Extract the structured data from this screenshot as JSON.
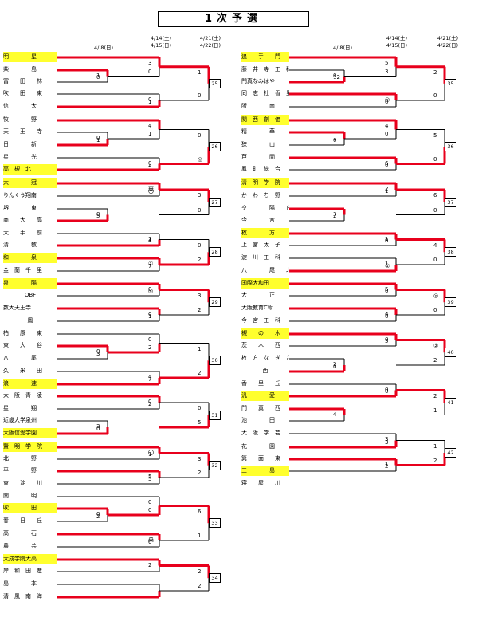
{
  "title": "1次予選",
  "headers": {
    "round1": "4/ 8(日)",
    "round2_line1": "4/14(土)",
    "round2_line2": "4/15(日)",
    "round3_line1": "4/21(土)",
    "round3_line2": "4/22(日)"
  },
  "colors": {
    "winner_line": "#e8001c",
    "highlight": "#ffff2e",
    "line": "#000000"
  },
  "left": {
    "teams": [
      {
        "name": "明　　　　星",
        "hl": true
      },
      {
        "name": "柴　　　　島"
      },
      {
        "name": "富　　田　　林"
      },
      {
        "name": "吹　　田　　東"
      },
      {
        "name": "信　　　　太"
      },
      {
        "name": "牧　　　　野"
      },
      {
        "name": "天　　王　　寺"
      },
      {
        "name": "日　　　　新"
      },
      {
        "name": "星　　　　光"
      },
      {
        "name": "高　槻　北",
        "hl": true
      },
      {
        "name": "大　　　　冠",
        "hl": true
      },
      {
        "name": "りんくう翔南"
      },
      {
        "name": "堺　　　　東"
      },
      {
        "name": "商　　大　　高"
      },
      {
        "name": "大　　手　　前"
      },
      {
        "name": "清　　　　教"
      },
      {
        "name": "和　　　　泉",
        "hl": true
      },
      {
        "name": "金　蘭　千　里"
      },
      {
        "name": "泉　　　　陽",
        "hl": true
      },
      {
        "name": "OBF",
        "c": true
      },
      {
        "name": "数大天王寺"
      },
      {
        "name": "鳳",
        "c": true
      },
      {
        "name": "柏　　原　　東"
      },
      {
        "name": "東　　大　　谷"
      },
      {
        "name": "八　　　　尾"
      },
      {
        "name": "久　　米　　田"
      },
      {
        "name": "浪　　　　速",
        "hl": true
      },
      {
        "name": "大　阪　青　凌"
      },
      {
        "name": "星　　　　翔"
      },
      {
        "name": "近畿大学泉州"
      },
      {
        "name": "大阪信愛学園",
        "hl": true
      },
      {
        "name": "賢　明　学　院",
        "hl": true
      },
      {
        "name": "北　　　　野"
      },
      {
        "name": "平　　　　野"
      },
      {
        "name": "東　　淀　　川"
      },
      {
        "name": "関　　　　明"
      },
      {
        "name": "吹　　　　田",
        "hl": true
      },
      {
        "name": "春　　日　　丘"
      },
      {
        "name": "高　　　　石"
      },
      {
        "name": "農　　　　芸"
      },
      {
        "name": "太成学院大高",
        "hl": true
      },
      {
        "name": "岸　和　田　産"
      },
      {
        "name": "島　　　　本"
      },
      {
        "name": "清　風　南　海"
      }
    ],
    "r1_scores": [
      "1",
      "0",
      "0",
      "1",
      "0",
      "5",
      "0",
      "3",
      "3",
      "0",
      "0",
      "2"
    ],
    "r2_scores": [
      "3",
      "0",
      "0",
      "1",
      "4",
      "1",
      "0",
      "2",
      "棄",
      "〇",
      "1",
      "4",
      "①",
      "7",
      "0",
      "◎",
      "0",
      "1",
      "0",
      "2",
      "4",
      "7",
      "0",
      "2",
      "〇",
      "1",
      "5",
      "5",
      "0",
      "0",
      "棄",
      "0",
      "2"
    ],
    "r3_scores": [
      "1",
      "0",
      "0",
      "◎",
      "3",
      "0",
      "0",
      "2",
      "3",
      "2",
      "1",
      "2",
      "0",
      "5",
      "3",
      "2",
      "6",
      "1",
      "2",
      "2"
    ],
    "boxes": [
      "25",
      "26",
      "27",
      "28",
      "29",
      "30",
      "31",
      "32",
      "33",
      "34"
    ]
  },
  "right": {
    "teams": [
      {
        "name": "追　　手　　門",
        "hl": true
      },
      {
        "name": "藤　井　寺　工　科"
      },
      {
        "name": "門真なみはや"
      },
      {
        "name": "同　志　社　香　里"
      },
      {
        "name": "阪　　　　南"
      },
      {
        "name": "関　西　創　価",
        "hl": true
      },
      {
        "name": "精　　　　華"
      },
      {
        "name": "狭　　　　山"
      },
      {
        "name": "芦　　　　間"
      },
      {
        "name": "鳳　町　総　合"
      },
      {
        "name": "清　明　学　院",
        "hl": true
      },
      {
        "name": "か　わ　ち　野"
      },
      {
        "name": "夕　　　　陽　　丘"
      },
      {
        "name": "今　　　　宮"
      },
      {
        "name": "枚　　　　方",
        "hl": true
      },
      {
        "name": "上　宮　太　子"
      },
      {
        "name": "淀　川　工　科"
      },
      {
        "name": "八　　　　尾　　北"
      },
      {
        "name": "国際大和田",
        "hl": true
      },
      {
        "name": "大　　　　正"
      },
      {
        "name": "大阪教育C附"
      },
      {
        "name": "今　宮　工　科"
      },
      {
        "name": "槻　　の　　木",
        "hl": true
      },
      {
        "name": "茨　　木　　西"
      },
      {
        "name": "枚　方　な　ぎ　さ"
      },
      {
        "name": "西",
        "c": true
      },
      {
        "name": "香　　里　　丘"
      },
      {
        "name": "汎　　　　愛",
        "hl": true
      },
      {
        "name": "門　　真　　西"
      },
      {
        "name": "池　　　　田"
      },
      {
        "name": "大　阪　学　芸"
      },
      {
        "name": "花　　　　園"
      },
      {
        "name": "箕　　面　　東"
      },
      {
        "name": "三　　　　島",
        "hl": true
      },
      {
        "name": "寝　　屋　　川"
      }
    ],
    "r1_scores": [
      "0",
      "12",
      "1",
      "0",
      "3",
      "2",
      "2",
      "0",
      "4"
    ],
    "r2_scores": [
      "5",
      "3",
      "◎",
      "0",
      "4",
      "0",
      "6",
      "0",
      "2",
      "1",
      "1",
      "0",
      "1",
      "①",
      "5",
      "0",
      "4",
      "0",
      "0",
      "5",
      "0",
      "0",
      "3",
      "3",
      "1",
      "2",
      "0",
      "4",
      "0"
    ],
    "r3_scores": [
      "2",
      "0",
      "5",
      "0",
      "6",
      "0",
      "4",
      "0",
      "◎",
      "0",
      "②",
      "2",
      "2",
      "1",
      "1",
      "2"
    ],
    "boxes": [
      "35",
      "36",
      "37",
      "38",
      "39",
      "40",
      "41",
      "42"
    ]
  }
}
